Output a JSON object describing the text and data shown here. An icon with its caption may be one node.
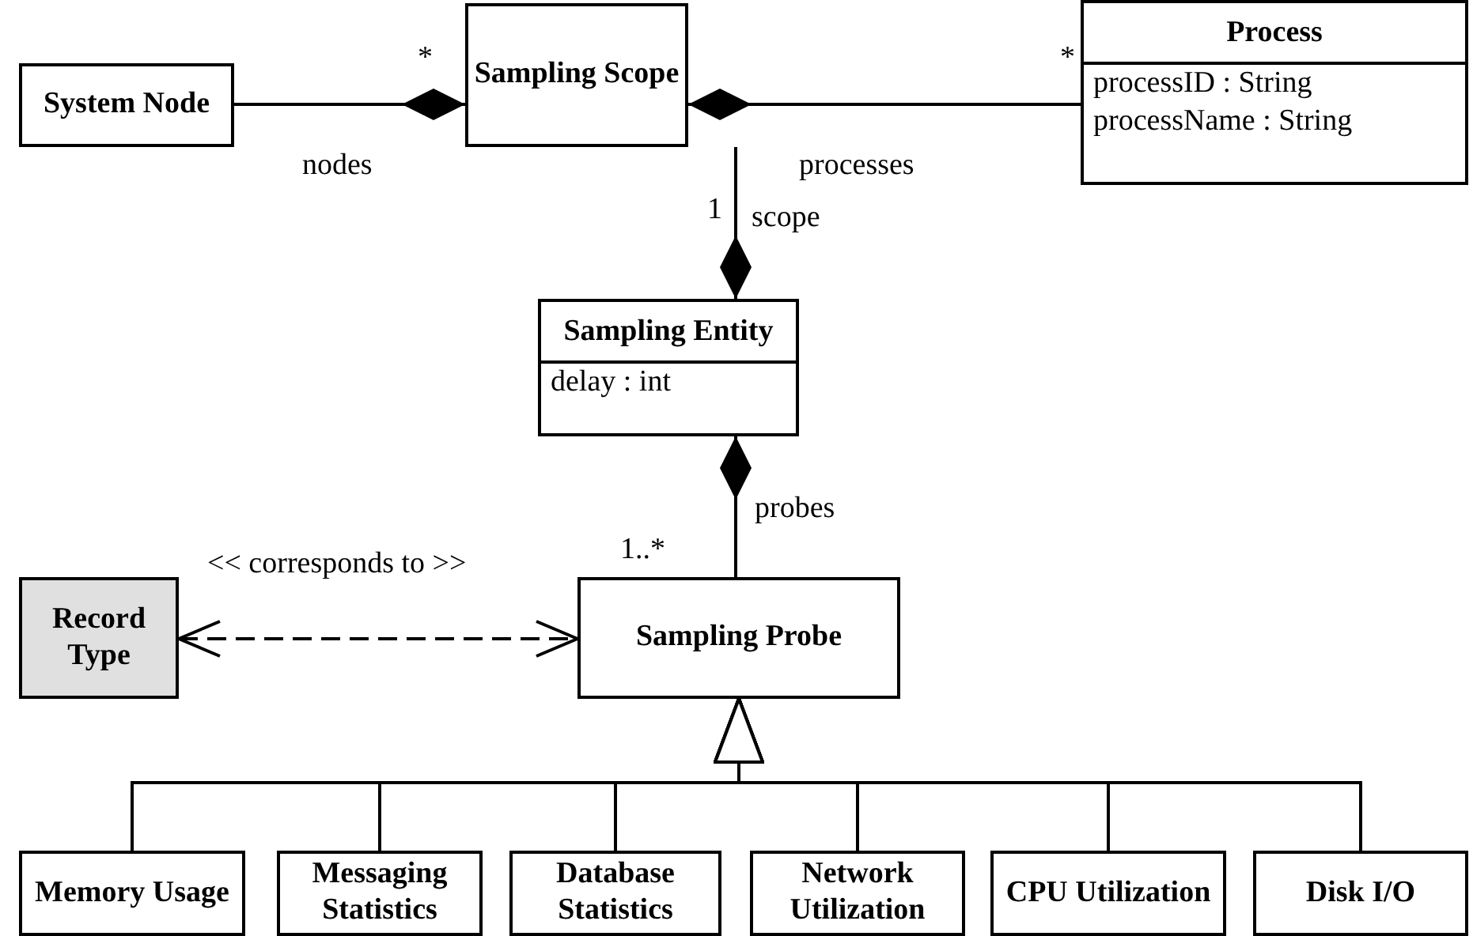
{
  "diagram": {
    "nodes": [
      {
        "text": [
          "System Node"
        ]
      },
      {
        "text": [
          "Sampling Scope"
        ]
      },
      {
        "text": [
          "Process",
          "processID : String",
          "processName : String"
        ]
      },
      {
        "text": [
          "Sampling Entity",
          "delay : int"
        ]
      },
      {
        "text": [
          "Record Type"
        ]
      },
      {
        "text": [
          "Sampling Probe"
        ]
      },
      {
        "text": [
          "Memory Usage"
        ]
      },
      {
        "text": [
          "Messaging Statistics"
        ]
      },
      {
        "text": [
          "Database Statistics"
        ]
      },
      {
        "text": [
          "Network Utilization"
        ]
      },
      {
        "text": [
          "CPU Utilization"
        ]
      },
      {
        "text": [
          "Disk I/O"
        ]
      }
    ],
    "edges": [
      {
        "from": 1,
        "to": 0,
        "arrow": "other",
        "label": "nodes"
      },
      {
        "from": 1,
        "to": 2,
        "arrow": "other",
        "label": "processes"
      },
      {
        "from": 3,
        "to": 1,
        "arrow": "other",
        "label": "scope"
      },
      {
        "from": 3,
        "to": 5,
        "arrow": "other",
        "label": "probes"
      },
      {
        "from": 4,
        "to": 5,
        "arrow": "both",
        "style": "dashed",
        "label": "<< corresponds to >>"
      },
      {
        "from": 6,
        "to": 5,
        "arrow": "to"
      },
      {
        "from": 7,
        "to": 5,
        "arrow": "to"
      },
      {
        "from": 8,
        "to": 5,
        "arrow": "to"
      },
      {
        "from": 9,
        "to": 5,
        "arrow": "to"
      },
      {
        "from": 10,
        "to": 5,
        "arrow": "to"
      },
      {
        "from": 11,
        "to": 5,
        "arrow": "to"
      }
    ],
    "labels": [
      "*",
      "*",
      "1",
      "1..*"
    ]
  }
}
